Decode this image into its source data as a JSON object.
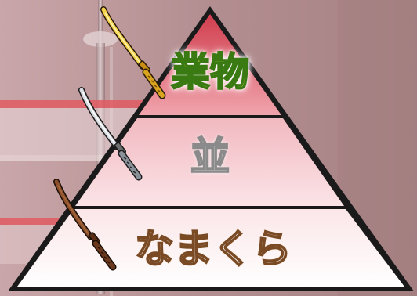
{
  "pyramid": {
    "tiers": [
      {
        "label": "業物"
      },
      {
        "label": "並"
      },
      {
        "label": "なまくら"
      }
    ]
  },
  "colors": {
    "background": "#b08a8c",
    "top_tier": "#d94a58",
    "middle_tier": "#f3c7cc",
    "bottom_tier": "#fbeff0",
    "top_label_fill": "#f6e84a",
    "top_label_stroke": "#3a7a12",
    "mid_label_stroke": "#8a8a8a",
    "bottom_label_stroke": "#7a4a24",
    "gold_sword": "#d9a520",
    "silver_sword": "#c8ccd4",
    "rusty_sword": "#6b3a1e"
  },
  "icons": [
    "gold-katana-icon",
    "silver-katana-icon",
    "rusty-katana-icon"
  ]
}
